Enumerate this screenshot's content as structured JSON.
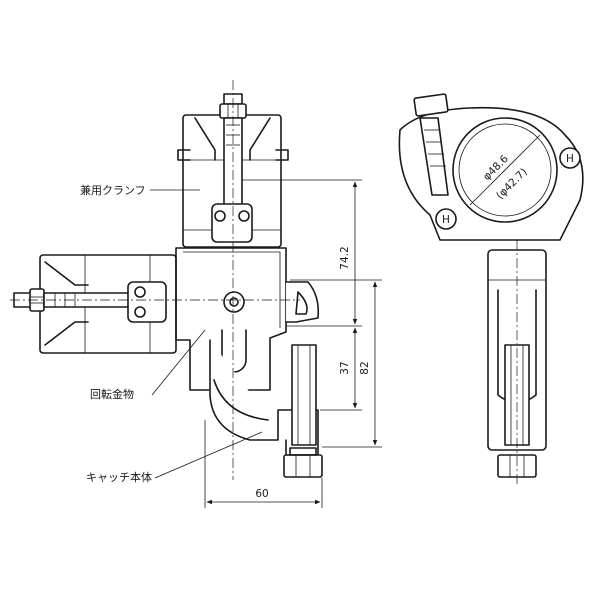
{
  "labels": {
    "combined_clamp": "兼用クランフ",
    "swivel_fitting": "回転金物",
    "catch_body": "キャッチ本体"
  },
  "dimensions": {
    "d74": "74.2",
    "d37": "37",
    "d82": "82",
    "d60": "60",
    "dia_outer": "φ48.6",
    "dia_inner": "(φ42.7)"
  },
  "marks": {
    "h": "H"
  },
  "colors": {
    "line": "#1a1a1a",
    "background": "#ffffff"
  }
}
